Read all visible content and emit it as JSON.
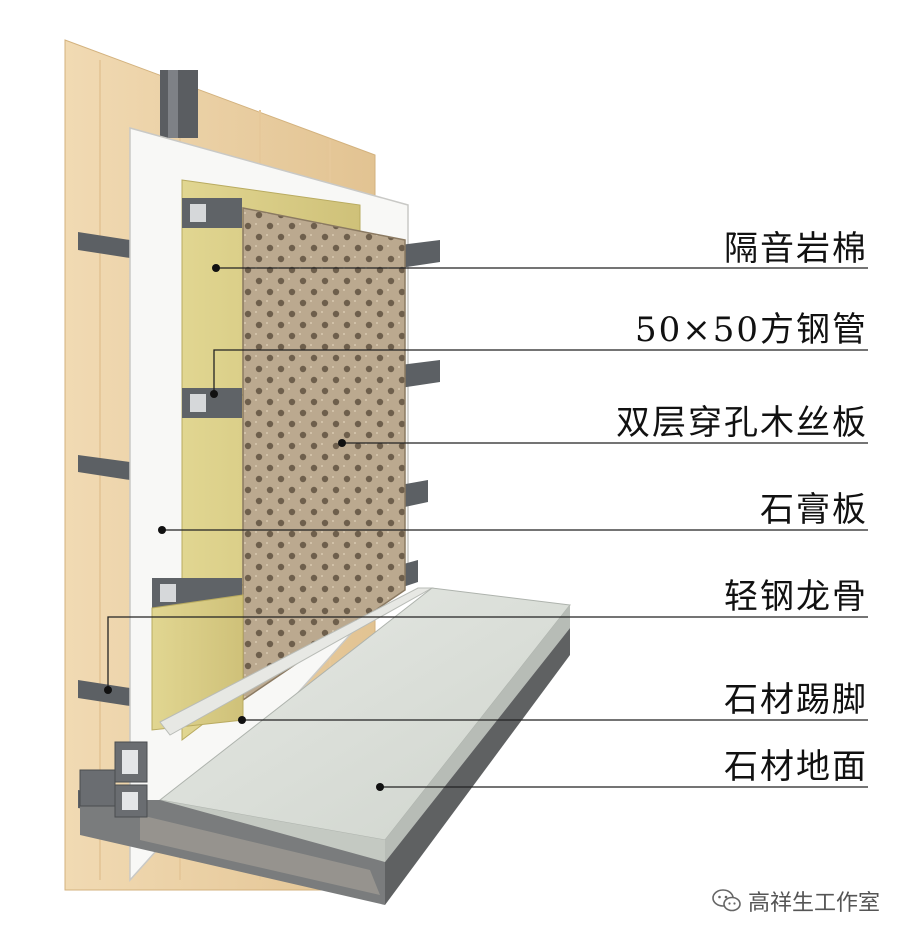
{
  "labels": [
    {
      "id": "soundproof-rockwool",
      "text": "隔音岩棉"
    },
    {
      "id": "square-steel-tube",
      "text": "50×50方钢管"
    },
    {
      "id": "perforated-wood-wool-board",
      "text": "双层穿孔木丝板"
    },
    {
      "id": "gypsum-board",
      "text": "石膏板"
    },
    {
      "id": "light-steel-keel",
      "text": "轻钢龙骨"
    },
    {
      "id": "stone-skirting",
      "text": "石材踢脚"
    },
    {
      "id": "stone-floor",
      "text": "石材地面"
    }
  ],
  "watermark": {
    "text": "高祥生工作室",
    "icon": "wechat-icon"
  },
  "colors": {
    "wood": "#ecd2a6",
    "gypsum": "#f7f7f5",
    "rockwool": "#d9cd86",
    "steel": "#6b6e72",
    "woodwool": "#b8a58a",
    "stone": "#d9ddd7",
    "line": "#222222"
  }
}
